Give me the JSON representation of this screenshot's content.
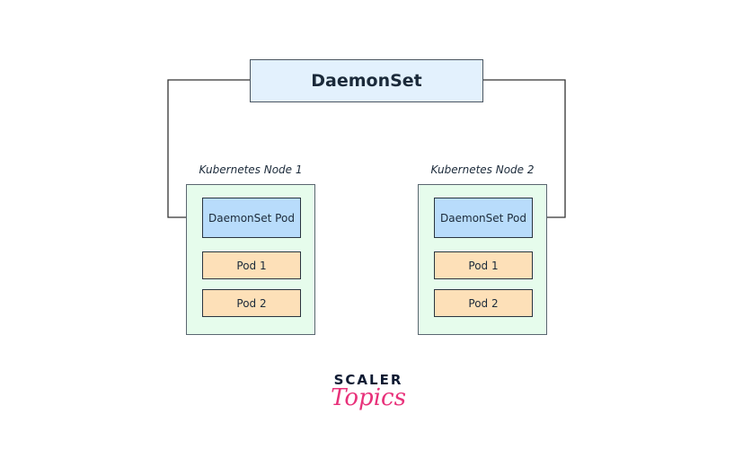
{
  "diagram": {
    "daemonset": {
      "label": "DaemonSet"
    },
    "nodes": [
      {
        "label": "Kubernetes Node 1",
        "daemon_pod": "DaemonSet Pod",
        "pods": [
          "Pod 1",
          "Pod 2"
        ]
      },
      {
        "label": "Kubernetes Node 2",
        "daemon_pod": "DaemonSet Pod",
        "pods": [
          "Pod 1",
          "Pod 2"
        ]
      }
    ],
    "colors": {
      "daemonset_fill": "#e3f1fd",
      "node_fill": "#e6fcec",
      "daemon_pod_fill": "#b8dcfb",
      "pod_fill": "#fde0b8",
      "line": "#333333"
    }
  },
  "logo": {
    "top": "SCALER",
    "bottom": "Topics",
    "accent": "#e8317a"
  }
}
